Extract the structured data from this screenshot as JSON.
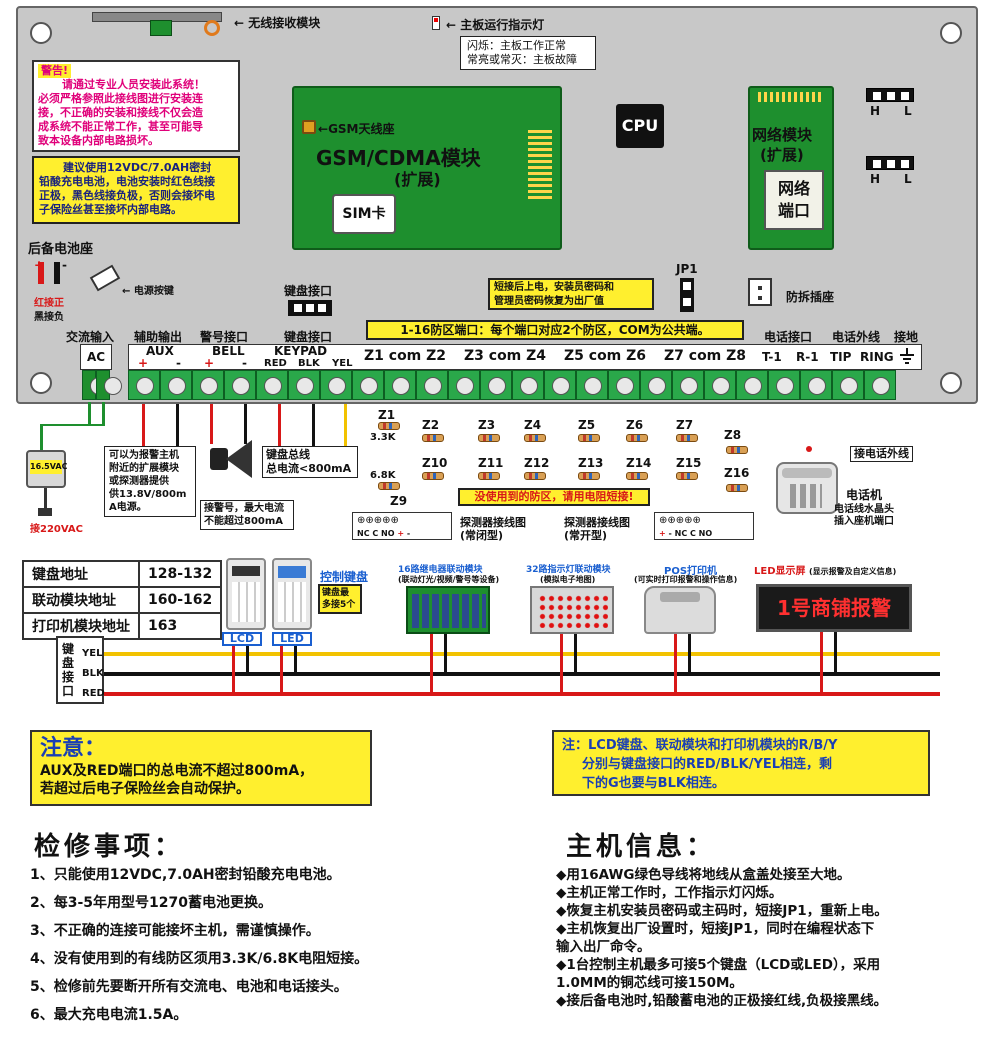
{
  "board": {
    "wireless_module": "无线接收模块",
    "run_led": "主板运行指示灯",
    "run_led_desc": [
      "闪烁：主板工作正常",
      "常亮或常灭：主板故障"
    ],
    "warning_title": "警告!",
    "warning_text": [
      "请通过专业人员安装此系统！",
      "必须严格参照此接线图进行安装连",
      "接，不正确的安装和接线不仅会造",
      "成系统不能正常工作，甚至可能导",
      "致本设备内部电路损坏。"
    ],
    "battery_advice": [
      "建议使用12VDC/7.0AH密封",
      "铅酸充电电池，电池安装时红色线接",
      "正极，黑色线接负极，否则会接坏电",
      "子保险丝甚至接坏内部电路。"
    ],
    "gsm_antenna": "GSM天线座",
    "gsm_module": "GSM/CDMA模块",
    "gsm_expand": "(扩展)",
    "sim": "SIM卡",
    "cpu": "CPU",
    "net_module": "网络模块",
    "net_expand": "(扩展)",
    "net_port": [
      "网络",
      "端口"
    ],
    "h": "H",
    "l": "L",
    "backup_battery": "后备电池座",
    "battery_polarity": [
      "红接正",
      "黑接负"
    ],
    "power_button": "电源按键",
    "keypad_port": "键盘接口",
    "jp1": "JP1",
    "jp1_desc": [
      "短接后上电，安装员密码和",
      "管理员密码恢复为出厂值"
    ],
    "tamper": "防拆插座",
    "zone_desc": "1-16防区端口：每个端口对应2个防区，COM为公共端。"
  },
  "terminals": {
    "ac_input": "交流输入",
    "ac": "AC",
    "aux_output": "辅助输出",
    "aux": "AUX",
    "alarm_port": "警号接口",
    "bell": "BELL",
    "keypad_port": "键盘接口",
    "keypad": "KEYPAD",
    "red": "RED",
    "blk": "BLK",
    "yel": "YEL",
    "plus": "+",
    "minus": "-",
    "zone_groups": [
      "Z1 com Z2",
      "Z3 com Z4",
      "Z5 com Z6",
      "Z7 com Z8"
    ],
    "phone_port": "电话接口",
    "t1": "T-1",
    "r1": "R-1",
    "phone_line": "电话外线",
    "tip": "TIP",
    "ring": "RING",
    "ground": "接地"
  },
  "wiring": {
    "transformer": "16.5VAC",
    "mains": "接220VAC",
    "aux_note": [
      "可以为报警主机",
      "附近的扩展模块",
      "或探测器提供",
      "供13.8V/800m",
      "A电源。"
    ],
    "siren_note": [
      "接警号，最大电流",
      "不能超过800mA"
    ],
    "bus_note": [
      "键盘总线",
      "总电流<800mA"
    ],
    "resistor_33": "3.3K",
    "resistor_68": "6.8K",
    "zones": [
      "Z1",
      "Z2",
      "Z3",
      "Z4",
      "Z5",
      "Z6",
      "Z7",
      "Z8",
      "Z9",
      "Z10",
      "Z11",
      "Z12",
      "Z13",
      "Z14",
      "Z15",
      "Z16"
    ],
    "unused_note": "没使用到的防区，请用电阻短接!",
    "detector_nc": "探测器接线图\n(常闭型)",
    "detector_no": "探测器接线图\n(常开型)",
    "nc": "NC",
    "c": "C",
    "no": "NO",
    "phone_ext": "接电话外线",
    "phone_title": "电话机",
    "phone_note": [
      "电话线水晶头",
      "插入座机端口"
    ]
  },
  "addresses": {
    "rows": [
      {
        "name": "键盘地址",
        "value": "128-132"
      },
      {
        "name": "联动模块地址",
        "value": "160-162"
      },
      {
        "name": "打印机模块地址",
        "value": "163"
      }
    ]
  },
  "peripherals": {
    "control_keypad": "控制键盘",
    "keypad_max": [
      "键盘最",
      "多接5个"
    ],
    "lcd": "LCD",
    "led": "LED",
    "relay_module": "16路继电器联动模块",
    "relay_sub": "(联动灯光/视频/警号等设备)",
    "indicator_module": "32路指示灯联动模块",
    "indicator_sub": "(模拟电子地图)",
    "pos_printer": "POS打印机",
    "pos_sub": "(可实时打印报警和操作信息)",
    "led_screen": "LED显示屏",
    "led_screen_sub": "(显示报警及自定义信息)",
    "led_screen_text": "1号商铺报警",
    "bus_label": [
      "键",
      "盘",
      "接",
      "口"
    ],
    "bus_yel": "YEL",
    "bus_blk": "BLK",
    "bus_red": "RED"
  },
  "notes": {
    "attention_title": "注意：",
    "attention_text": [
      "AUX及RED端口的总电流不超过800mA，",
      "若超过后电子保险丝会自动保护。"
    ],
    "note2": [
      "注：LCD键盘、联动模块和打印机模块的R/B/Y",
      "分别与键盘接口的RED/BLK/YEL相连，剩",
      "下的G也要与BLK相连。"
    ]
  },
  "maintenance": {
    "title": "检修事项：",
    "items": [
      "1、只能使用12VDC,7.0AH密封铅酸充电电池。",
      "2、每3-5年用型号1270蓄电池更换。",
      "3、不正确的连接可能接坏主机，需谨慎操作。",
      "4、没有使用到的有线防区须用3.3K/6.8K电阻短接。",
      "5、检修前先要断开所有交流电、电池和电话接头。",
      "6、最大充电电流1.5A。"
    ]
  },
  "host_info": {
    "title": "主机信息：",
    "items": [
      "◆用16AWG绿色导线将地线从盒盖处接至大地。",
      "◆主机正常工作时，工作指示灯闪烁。",
      "◆恢复主机安装员密码或主码时，短接JP1，重新上电。",
      "◆主机恢复出厂设置时，短接JP1，同时在编程状态下",
      "   输入出厂命令。",
      "◆1台控制主机最多可接5个键盘（LCD或LED），采用",
      "   1.0MM的铜芯线可接150M。",
      "◆接后备电池时,铅酸蓄电池的正极接红线,负极接黑线。"
    ]
  },
  "colors": {
    "board": "#c8c8c8",
    "pcb_green": "#1e8f2e",
    "terminal_green": "#2aa84a",
    "highlight_yellow": "#ffef2e",
    "warning_red": "#e0007a",
    "wire_yellow": "#f2c200",
    "wire_black": "#111111",
    "wire_red": "#d81818"
  }
}
